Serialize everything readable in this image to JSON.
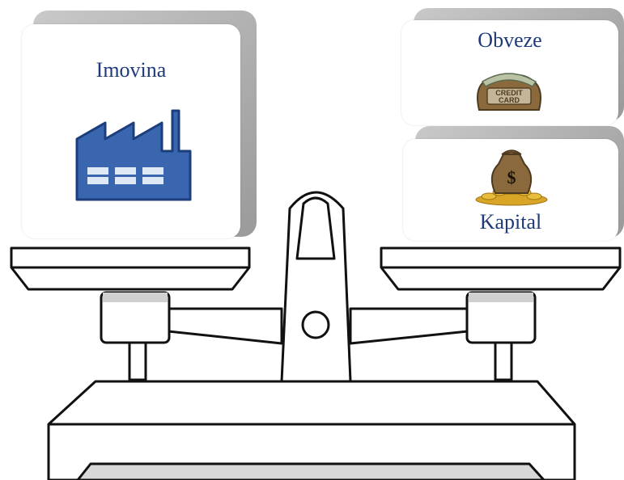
{
  "labels": {
    "assets": "Imovina",
    "liabilities": "Obveze",
    "equity": "Kapital"
  },
  "icons": {
    "assets": "factory-icon",
    "liabilities": "credit-card-bag-icon",
    "equity": "money-bag-icon"
  },
  "colors": {
    "label_text": "#1f3a7a",
    "factory_fill": "#3a66b0",
    "factory_stroke": "#1c3e7c",
    "bag": "#8a6a3c",
    "coin": "#d8a526",
    "scale_stroke": "#111111"
  }
}
